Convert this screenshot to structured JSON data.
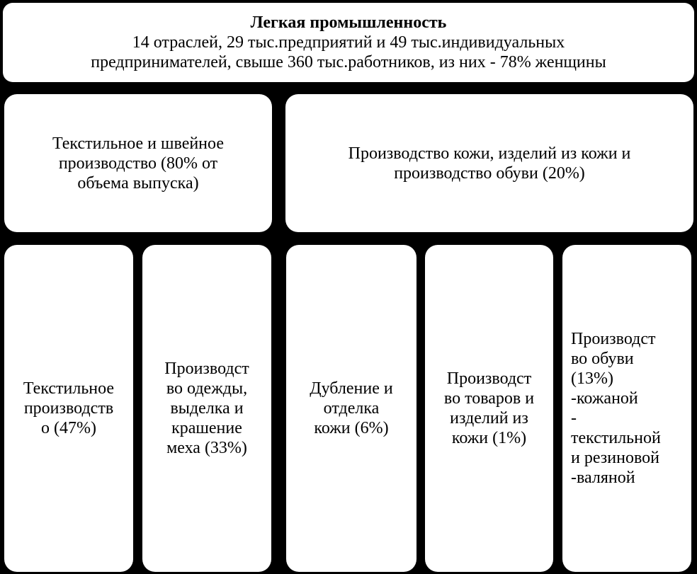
{
  "top": {
    "title": "Легкая промышленность",
    "line1": "14 отраслей, 29 тыс.предприятий и 49 тыс.индивидуальных",
    "line2": "предпринимателей, свыше 360 тыс.работников, из них - 78% женщины"
  },
  "groups": [
    {
      "lines": [
        "Текстильное и швейное",
        "производство (80% от",
        "объема выпуска)"
      ]
    },
    {
      "lines": [
        "Производство кожи, изделий из кожи и",
        "производство обуви (20%)"
      ]
    }
  ],
  "leaves": [
    {
      "lines": [
        "Текстильное",
        "производств",
        "о (47%)"
      ]
    },
    {
      "lines": [
        "Производст",
        "во одежды,",
        "выделка и",
        "крашение",
        "меха (33%)"
      ]
    },
    {
      "lines": [
        "Дубление и",
        "отделка",
        "кожи (6%)"
      ]
    },
    {
      "lines": [
        "Производст",
        "во товаров и",
        "изделий из",
        "кожи (1%)"
      ]
    },
    {
      "lines": [
        "Производст",
        "во обуви",
        "(13%)",
        "-кожаной",
        "-",
        "текстильной",
        "и резиновой",
        "-валяной"
      ]
    }
  ]
}
